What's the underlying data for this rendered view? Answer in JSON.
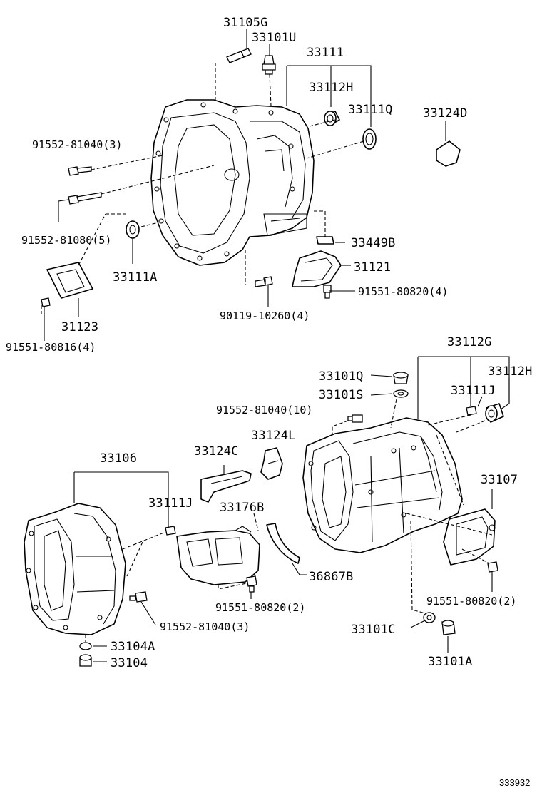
{
  "diagram_id": "333932",
  "labels": {
    "l1": "31105G",
    "l2": "33101U",
    "l3": "33111",
    "l4": "33112H",
    "l5": "33111Q",
    "l6": "33124D",
    "l7": "91552-81040(3)",
    "l8": "91552-81080(5)",
    "l9": "33449B",
    "l10": "31121",
    "l11": "33111A",
    "l12": "91551-80820(4)",
    "l13": "90119-10260(4)",
    "l14": "31123",
    "l15": "91551-80816(4)",
    "l16": "33112G",
    "l17": "33112H",
    "l18": "33101Q",
    "l19": "33101S",
    "l20": "33111J",
    "l21": "91552-81040(10)",
    "l22": "33124L",
    "l23": "33124C",
    "l24": "33106",
    "l25": "33107",
    "l26": "33111J",
    "l27": "33176B",
    "l28": "36867B",
    "l29": "91551-80820(2)",
    "l30": "91551-80820(2)",
    "l31": "91552-81040(3)",
    "l32": "33101C",
    "l33": "33104A",
    "l34": "33104",
    "l35": "33101A"
  }
}
